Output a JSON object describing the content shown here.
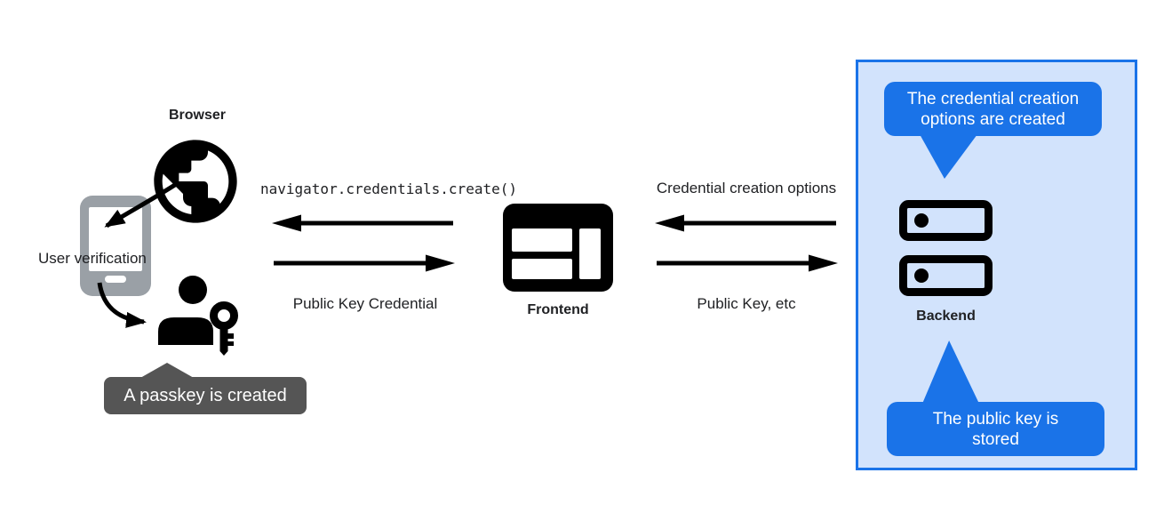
{
  "colors": {
    "accent_blue": "#1a73e8",
    "panel_background": "#d2e3fc",
    "tooltip_gray": "#555555",
    "phone_gray": "#9aa0a6",
    "icon_black": "#000000",
    "text_dark": "#202124",
    "bubble_text": "#ffffff"
  },
  "browser": {
    "label": "Browser"
  },
  "authenticator": {
    "label": "User verification",
    "tooltip": "A passkey is created"
  },
  "frontend": {
    "label": "Frontend",
    "call_code": "navigator.credentials.create()",
    "credential_label": "Public Key Credential"
  },
  "backend": {
    "label": "Backend",
    "options_label": "Credential creation options",
    "public_key_label": "Public Key, etc",
    "bubble_top": "The credential creation options are created",
    "bubble_bottom": "The public key is stored"
  }
}
